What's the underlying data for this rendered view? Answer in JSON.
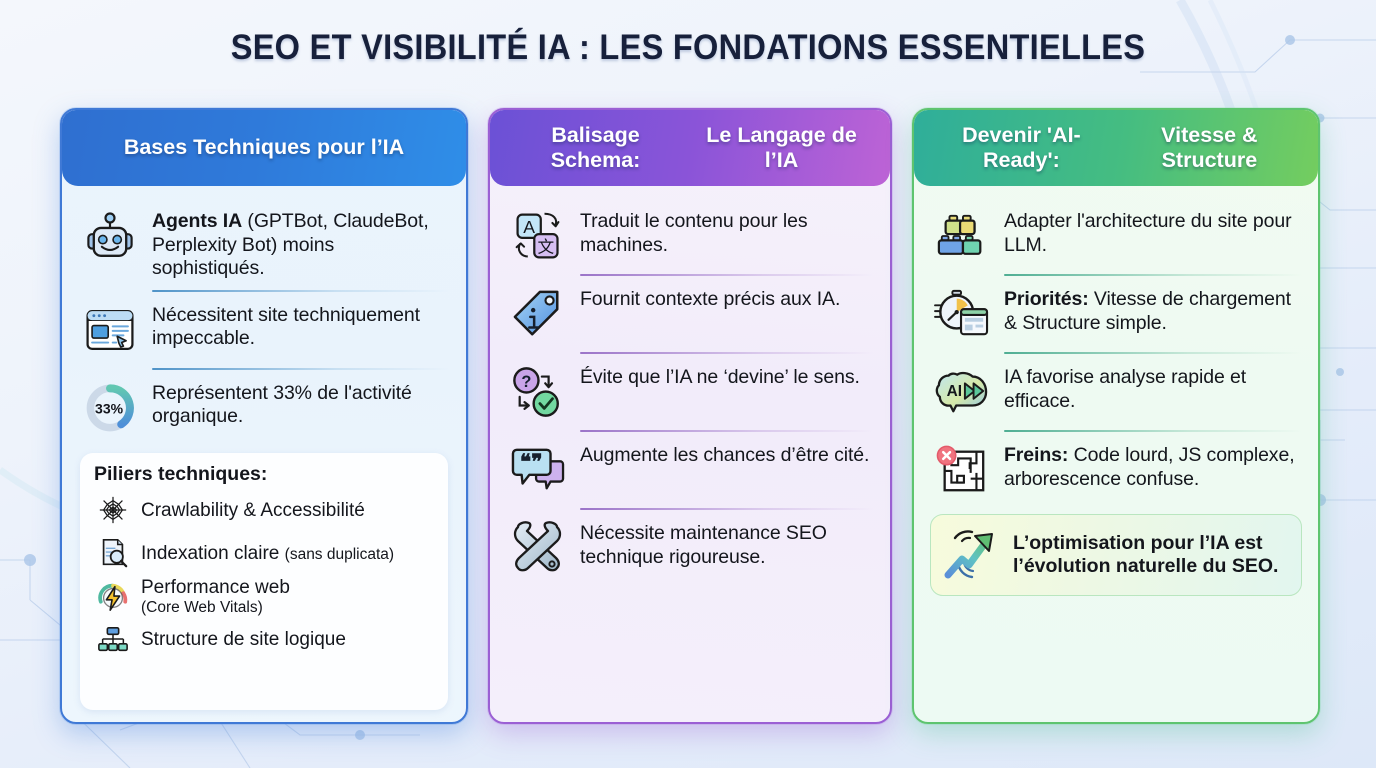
{
  "title": "SEO ET VISIBILITÉ IA : LES FONDATIONS ESSENTIELLES",
  "theme": {
    "card1_accent": "#2f7ada",
    "card2_accent": "#8a54d8",
    "card3_accent": "#45bd81",
    "title_color": "#17203b",
    "page_bg": "#eef3fb"
  },
  "cards": [
    {
      "id": "bases-techniques",
      "header": "Bases Techniques pour l’IA",
      "items": [
        {
          "icon": "robot-icon",
          "bold": "Agents IA",
          "text": " (GPTBot, ClaudeBot, Perplexity Bot) moins sophistiqués."
        },
        {
          "icon": "browser-window-icon",
          "bold": "",
          "text": "Nécessitent site techniquement impeccable."
        },
        {
          "icon": "donut-chart-33-icon",
          "bold": "",
          "text": "Représentent 33% de l'activité organique.",
          "value": "33%"
        }
      ],
      "panel": {
        "title": "Piliers techniques:",
        "rows": [
          {
            "icon": "spider-web-icon",
            "text": "Crawlability & Accessibilité",
            "small": ""
          },
          {
            "icon": "document-magnifier-icon",
            "text": "Indexation claire",
            "small": "(sans duplicata)"
          },
          {
            "icon": "speedometer-bolt-icon",
            "text": "Performance web",
            "sub": "(Core Web Vitals)"
          },
          {
            "icon": "sitemap-icon",
            "text": "Structure de site logique",
            "small": ""
          }
        ]
      }
    },
    {
      "id": "balisage-schema",
      "header": "Balisage Schema:\nLe Langage de l’IA",
      "header_line1": "Balisage Schema:",
      "header_line2": "Le Langage de l’IA",
      "items": [
        {
          "icon": "translate-icon",
          "bold": "",
          "text": "Traduit le contenu pour les machines."
        },
        {
          "icon": "info-tag-icon",
          "bold": "",
          "text": "Fournit contexte précis aux IA."
        },
        {
          "icon": "question-to-check-icon",
          "bold": "",
          "text": "Évite que l’IA ne ‘devine’ le sens."
        },
        {
          "icon": "quote-bubbles-icon",
          "bold": "",
          "text": "Augmente les chances d’être cité."
        },
        {
          "icon": "wrench-tools-icon",
          "bold": "",
          "text": "Nécessite maintenance SEO technique rigoureuse."
        }
      ]
    },
    {
      "id": "devenir-ai-ready",
      "header": "Devenir 'AI-Ready':\nVitesse & Structure",
      "header_line1": "Devenir 'AI-Ready':",
      "header_line2": "Vitesse & Structure",
      "items": [
        {
          "icon": "lego-bricks-icon",
          "bold": "",
          "text": "Adapter l'architecture du site pour LLM."
        },
        {
          "icon": "stopwatch-page-icon",
          "bold": "Priorités:",
          "text": " Vitesse de chargement & Structure simple."
        },
        {
          "icon": "ai-brain-fast-icon",
          "bold": "",
          "text": "IA favorise analyse rapide et efficace."
        },
        {
          "icon": "maze-error-icon",
          "bold": "Freins:",
          "text": " Code lourd, JS complexe, arborescence confuse."
        }
      ],
      "highlight": {
        "icon": "growth-arrow-icon",
        "text": "L’optimisation pour l’IA est l’évolution naturelle du SEO."
      }
    }
  ]
}
